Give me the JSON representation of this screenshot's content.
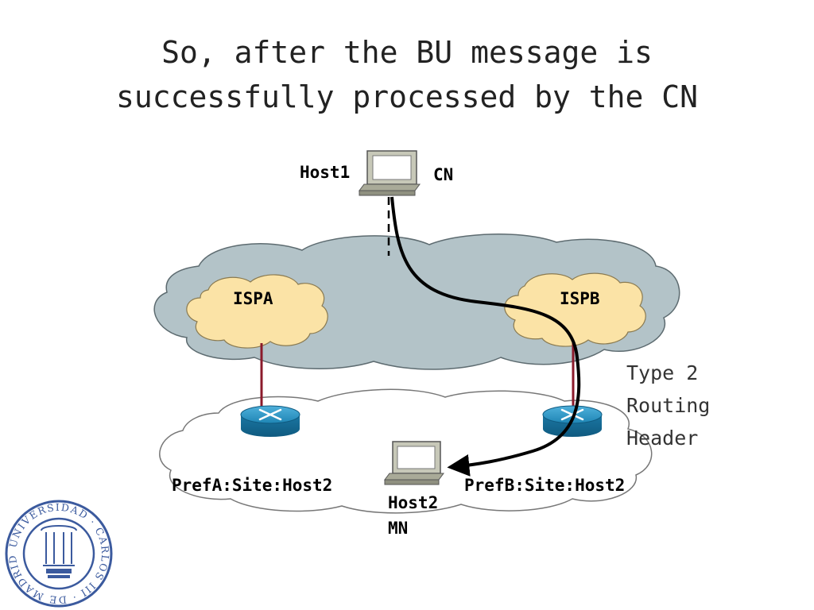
{
  "slide": {
    "title_lines": [
      "So, after the BU message is",
      "successfully processed by the CN"
    ]
  },
  "diagram": {
    "nodes": {
      "host1": {
        "label": "Host1",
        "role": "CN",
        "icon": "computer-icon"
      },
      "host2": {
        "label": "Host2",
        "role": "MN",
        "icon": "computer-icon"
      },
      "ispa": {
        "label": "ISPA",
        "icon": "cloud-icon"
      },
      "ispb": {
        "label": "ISPB",
        "icon": "cloud-icon"
      },
      "router_a": {
        "icon": "router-icon"
      },
      "router_b": {
        "icon": "router-icon"
      }
    },
    "addresses": {
      "pref_a": "PrefA:Site:Host2",
      "pref_b": "PrefB:Site:Host2"
    },
    "annotation_lines": [
      "Type 2",
      "Routing",
      "Header"
    ]
  },
  "colors": {
    "internet_cloud": "#b3c3c8",
    "isp_cloud": "#fbe3a6",
    "site_cloud": "#ffffff",
    "link": "#8b1a2b",
    "router": "#1f86b5",
    "path": "#000000"
  },
  "logo": {
    "text": "UNIVERSIDAD CARLOS III DE MADRID"
  }
}
